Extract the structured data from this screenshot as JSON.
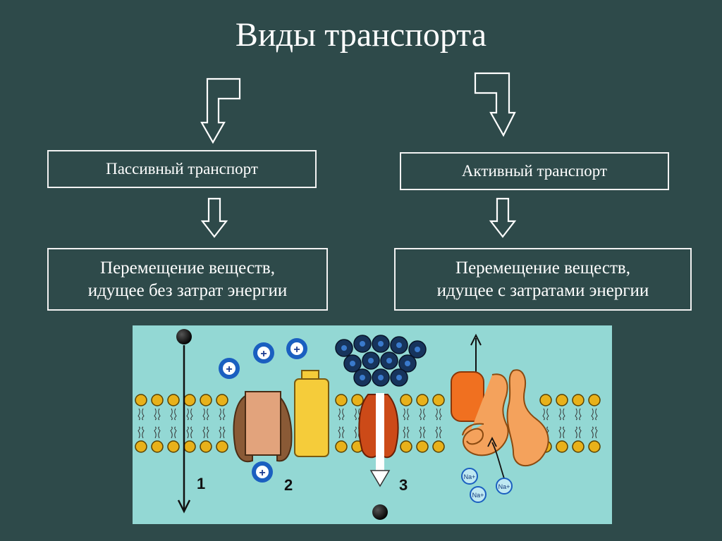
{
  "title": "Виды транспорта",
  "passive": {
    "label": "Пассивный транспорт",
    "description_line1": "Перемещение веществ,",
    "description_line2": "идущее без затрат энергии"
  },
  "active": {
    "label": "Активный транспорт",
    "description_line1": "Перемещение веществ,",
    "description_line2": "идущее с затратами энергии"
  },
  "membrane_diagram": {
    "labels": [
      "1",
      "2",
      "3"
    ],
    "ion_symbol": "+",
    "sodium_symbol": "Na+"
  },
  "colors": {
    "background": "#2e4a4a",
    "diagram_background": "#93d8d4",
    "lipid_head": "#e8b11a",
    "ion_blue": "#1a5fc0",
    "channel_brown": "#9c6a44",
    "channel_yellow": "#f5cc3a",
    "channel_red": "#cc4a18",
    "pump_orange": "#f4a25c"
  }
}
